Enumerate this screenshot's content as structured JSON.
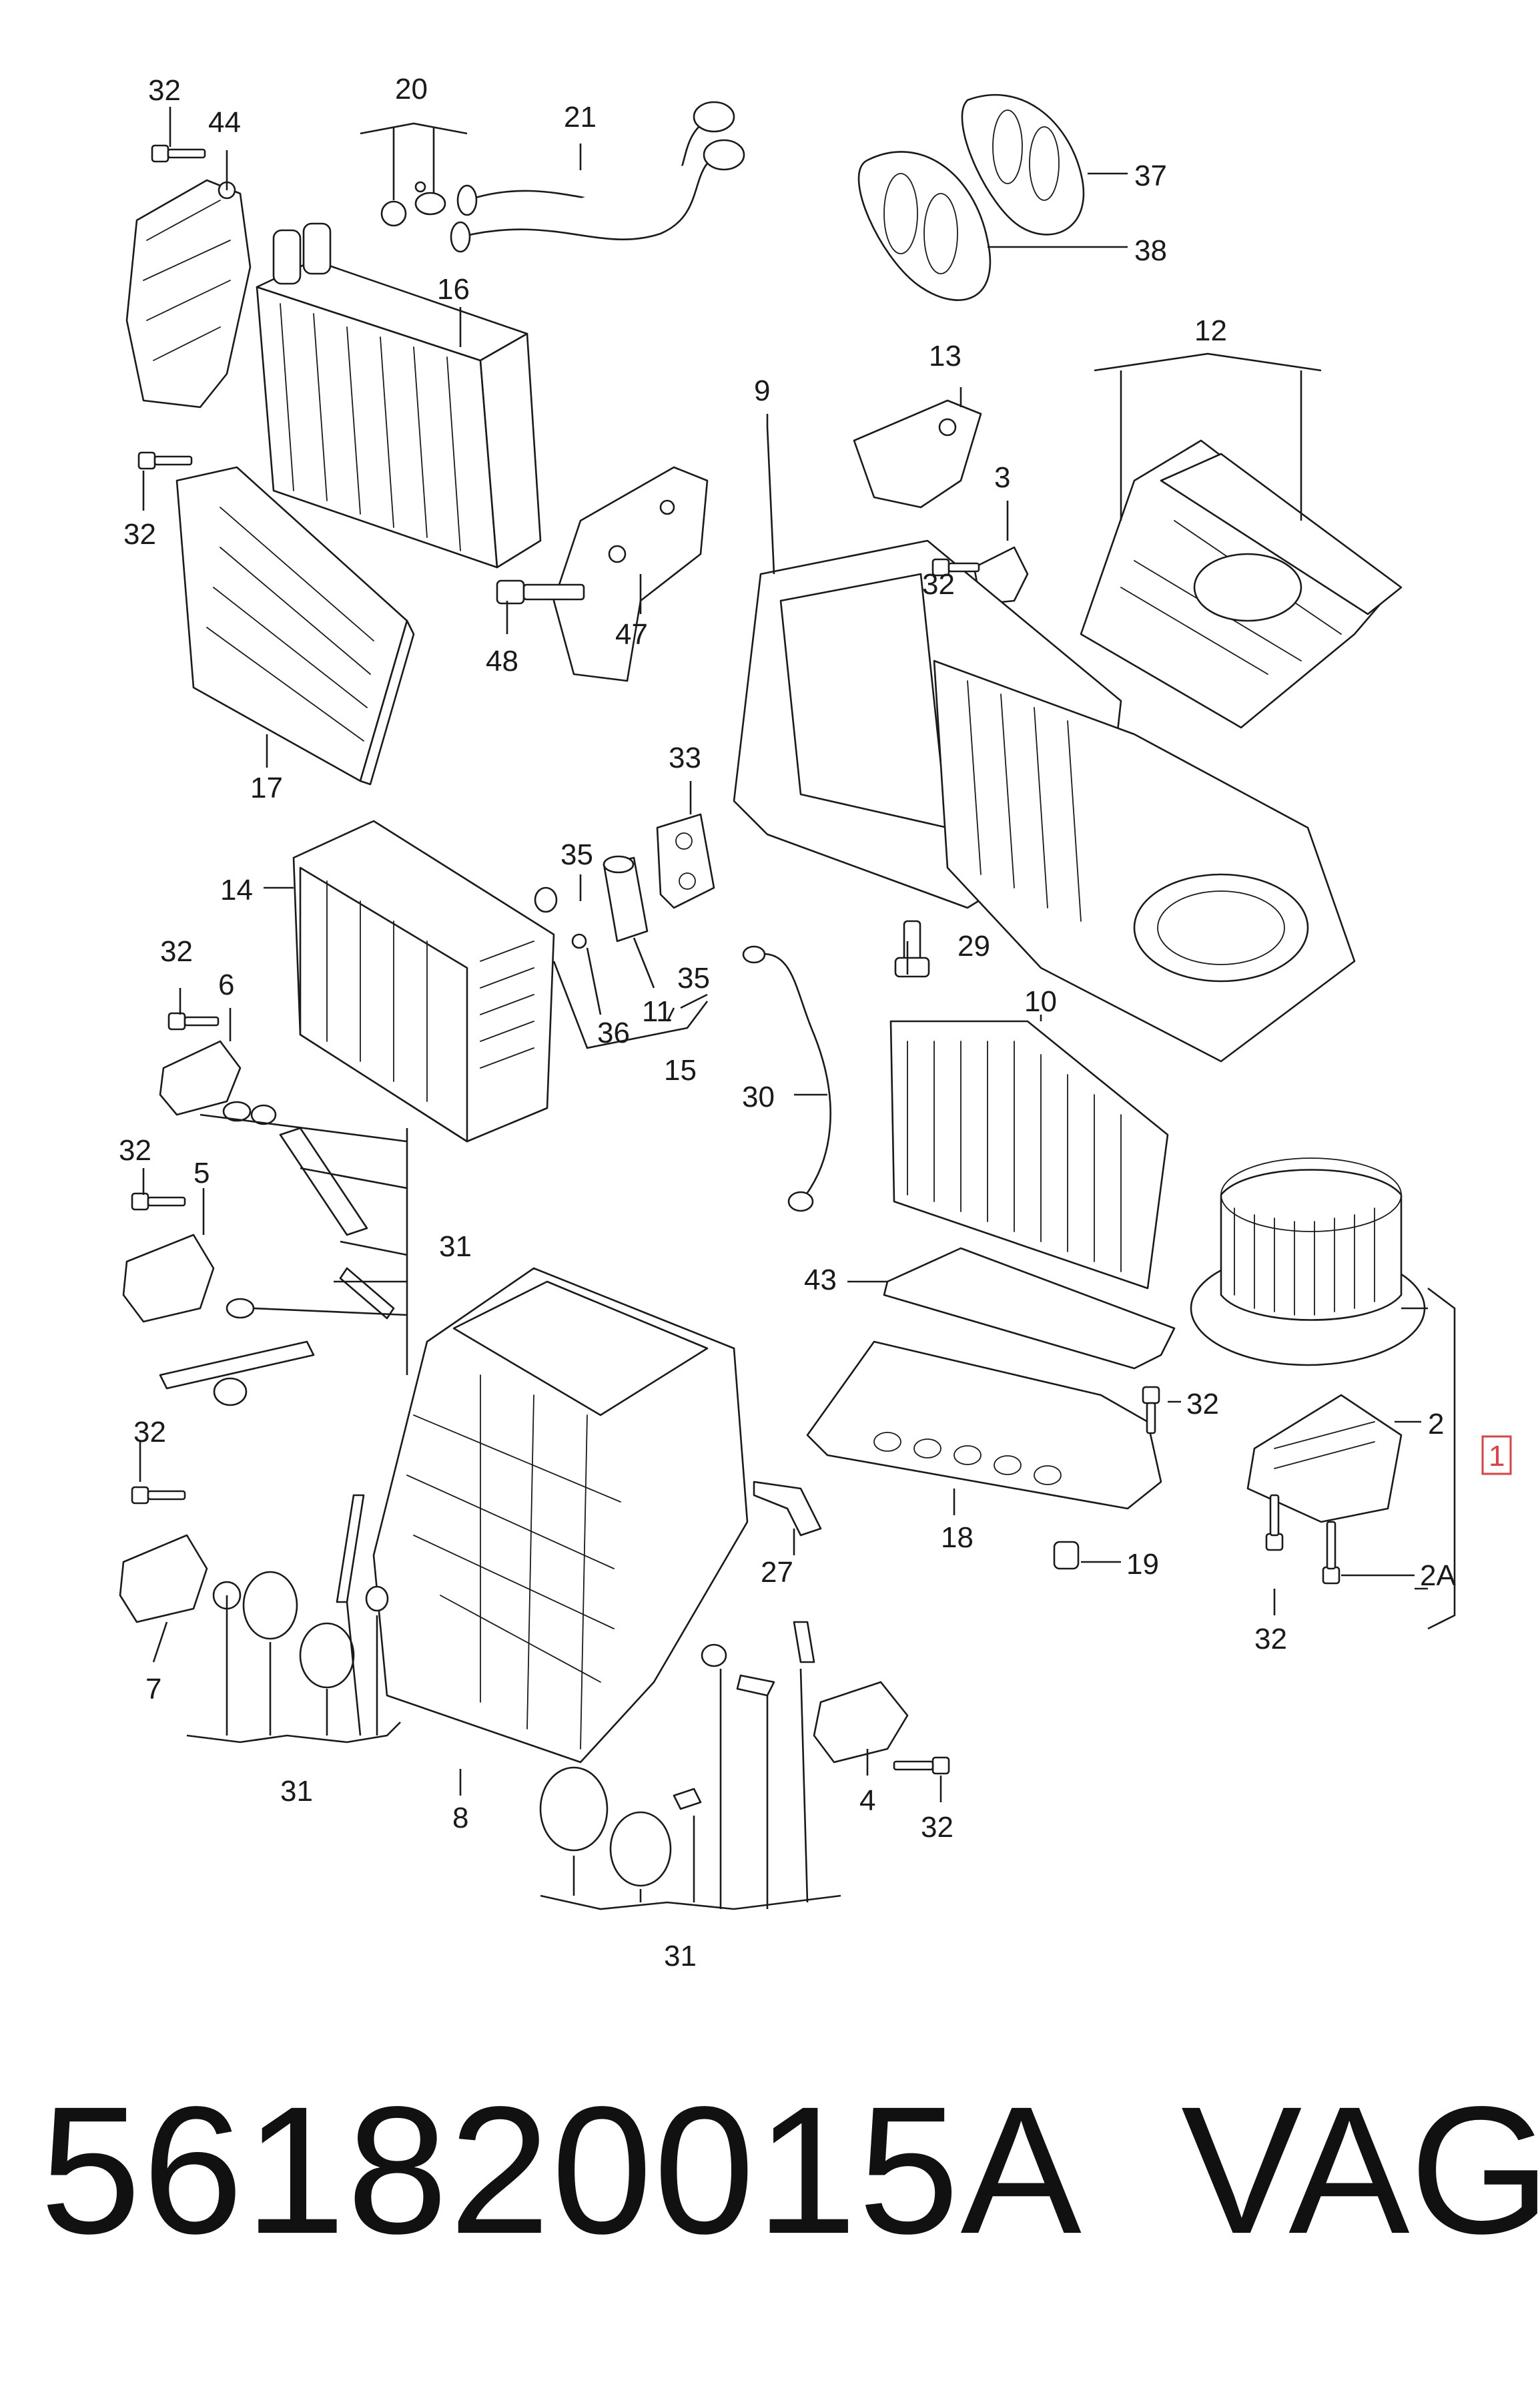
{
  "callouts": {
    "c32_top": "32",
    "c44": "44",
    "c20": "20",
    "c21": "21",
    "c37": "37",
    "c38": "38",
    "c16": "16",
    "c12": "12",
    "c13": "13",
    "c3": "3",
    "c32_a": "32",
    "c32_b": "32",
    "c47": "47",
    "c48": "48",
    "c9": "9",
    "c17": "17",
    "c33": "33",
    "c14": "14",
    "c35_a": "35",
    "c29": "29",
    "c32_c": "32",
    "c6": "6",
    "c35_b": "35",
    "c11": "11",
    "c36": "36",
    "c10": "10",
    "c15": "15",
    "c30": "30",
    "c32_d": "32",
    "c5": "5",
    "c31_a": "31",
    "c43": "43",
    "c32_e": "32",
    "c2": "2",
    "c1": "1",
    "c32_f": "32",
    "c18": "18",
    "c27": "27",
    "c19": "19",
    "c2A": "2A",
    "c32_g": "32",
    "c7": "7",
    "c31_b": "31",
    "c8": "8",
    "c4": "4",
    "c32_h": "32",
    "c31_c": "31"
  },
  "footer": {
    "part_number": "561820015A",
    "brand": "VAG"
  },
  "colors": {
    "line": "#1a1a1a",
    "highlight": "#e04040",
    "background": "#ffffff"
  }
}
